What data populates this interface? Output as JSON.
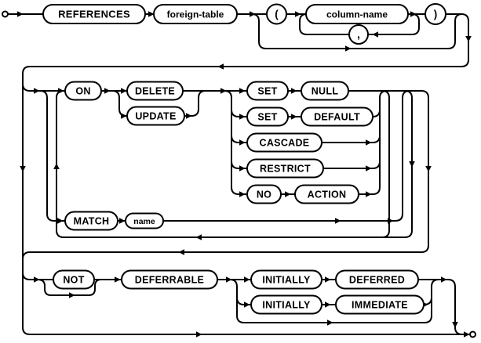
{
  "diagram": {
    "kind": "railroad-syntax-diagram",
    "colors": {
      "line": "#000000",
      "background": "#ffffff",
      "bubble_fill": "#ffffff"
    },
    "nodes": {
      "references": {
        "label": "REFERENCES",
        "kind": "keyword"
      },
      "foreign_table": {
        "label": "foreign-table",
        "kind": "nonterminal"
      },
      "open_paren": {
        "label": "(",
        "kind": "punctuation"
      },
      "column_name": {
        "label": "column-name",
        "kind": "nonterminal"
      },
      "comma": {
        "label": ",",
        "kind": "punctuation"
      },
      "close_paren": {
        "label": ")",
        "kind": "punctuation"
      },
      "on": {
        "label": "ON",
        "kind": "keyword"
      },
      "delete": {
        "label": "DELETE",
        "kind": "keyword"
      },
      "update": {
        "label": "UPDATE",
        "kind": "keyword"
      },
      "set_1": {
        "label": "SET",
        "kind": "keyword"
      },
      "null": {
        "label": "NULL",
        "kind": "keyword"
      },
      "set_2": {
        "label": "SET",
        "kind": "keyword"
      },
      "default": {
        "label": "DEFAULT",
        "kind": "keyword"
      },
      "cascade": {
        "label": "CASCADE",
        "kind": "keyword"
      },
      "restrict": {
        "label": "RESTRICT",
        "kind": "keyword"
      },
      "no": {
        "label": "NO",
        "kind": "keyword"
      },
      "action": {
        "label": "ACTION",
        "kind": "keyword"
      },
      "match": {
        "label": "MATCH",
        "kind": "keyword"
      },
      "name": {
        "label": "name",
        "kind": "nonterminal"
      },
      "not": {
        "label": "NOT",
        "kind": "keyword"
      },
      "deferrable": {
        "label": "DEFERRABLE",
        "kind": "keyword"
      },
      "initially_1": {
        "label": "INITIALLY",
        "kind": "keyword"
      },
      "deferred": {
        "label": "DEFERRED",
        "kind": "keyword"
      },
      "initially_2": {
        "label": "INITIALLY",
        "kind": "keyword"
      },
      "immediate": {
        "label": "IMMEDIATE",
        "kind": "keyword"
      }
    }
  }
}
